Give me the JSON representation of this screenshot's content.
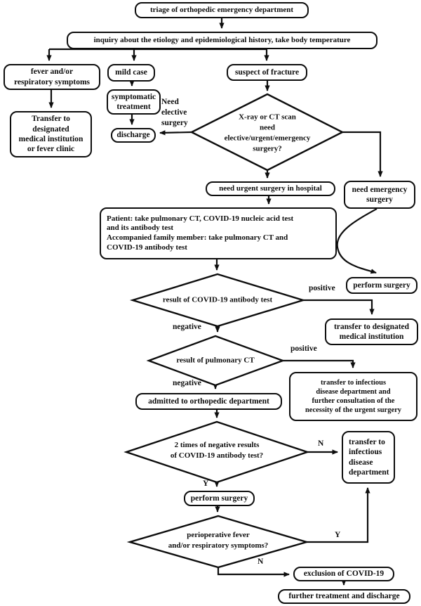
{
  "diagram": {
    "title_node": "triage of orthopedic emergency department",
    "nodes": {
      "triage": "triage of orthopedic emergency department",
      "inquiry": "inquiry about the etiology and epidemiological history, take body temperature",
      "fever": "fever and/or\nrespiratory symptoms",
      "mild_case": "mild case",
      "suspect_fracture": "suspect of fracture",
      "transfer_fever_clinic": "Transfer to\ndesignated\nmedical institution\nor fever clinic",
      "symptomatic": "symptomatic\ntreatment",
      "discharge": "discharge",
      "xray_decision": "X-ray or CT scan\nneed\nelective/urgent/emergency\nsurgery?",
      "urgent_surgery": "need urgent surgery in hospital",
      "emergency_surgery": "need emergency\nsurgery",
      "patient_tests": "Patient: take pulmonary CT, COVID-19 nucleic acid test\nand its antibody test\nAccompanied family member: take pulmonary CT and\nCOVID-19 antibody test",
      "perform_surgery_1": "perform surgery",
      "antibody_decision": "result of COVID-19 antibody test",
      "transfer_designated": "transfer to designated\nmedical institution",
      "pulmonary_decision": "result of pulmonary CT",
      "transfer_infectious_consult": "transfer to infectious\ndisease department and\nfurther consultation of the\nnecessity of the urgent surgery",
      "admitted": "admitted to orthopedic department",
      "two_times_decision": "2 times of negative results\nof COVID-19 antibody test?",
      "transfer_infectious": "transfer to\ninfectious\ndisease\ndepartment",
      "perform_surgery_2": "perform surgery",
      "perioperative_decision": "perioperative fever\nand/or respiratory symptoms?",
      "exclusion_covid": "exclusion of COVID-19",
      "further_treatment": "further treatment and discharge"
    },
    "edge_labels": {
      "need_elective_surgery": "Need\nelective\nsurgery",
      "positive_antibody": "positive",
      "negative_antibody": "negative",
      "positive_ct": "positive",
      "negative_ct": "negative",
      "n_two_times": "N",
      "y_two_times": "Y",
      "y_perioperative": "Y",
      "n_perioperative": "N"
    },
    "colors": {
      "stroke": "#0d0d0d",
      "background": "#ffffff",
      "text": "#0d0d0d"
    }
  }
}
